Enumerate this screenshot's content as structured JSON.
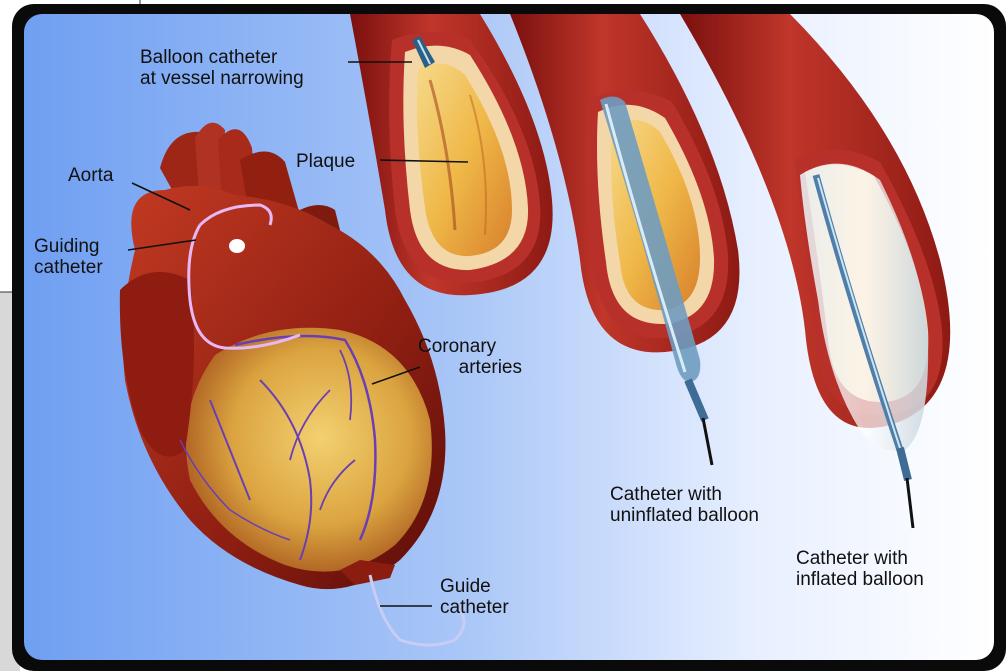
{
  "labels": {
    "balloon_catheter": "Balloon catheter\nat vessel narrowing",
    "plaque": "Plaque",
    "aorta": "Aorta",
    "guiding_catheter": "Guiding\ncatheter",
    "coronary_arteries": "Coronary\narteries",
    "uninflated": "Catheter with\nuninflated balloon",
    "inflated": "Catheter with\ninflated balloon",
    "guide_catheter": "Guide\ncatheter"
  },
  "colors": {
    "frame": "#0a0a0a",
    "panel_blue": "#6f9ff2",
    "panel_white": "#ffffff",
    "vessel_red": "#a8221c",
    "vessel_dark": "#6e0e0c",
    "plaque_yellow": "#f2c04a",
    "heart_red": "#9a2416",
    "heart_yellow": "#e8b84a",
    "catheter_blue": "#5b8fb8"
  }
}
